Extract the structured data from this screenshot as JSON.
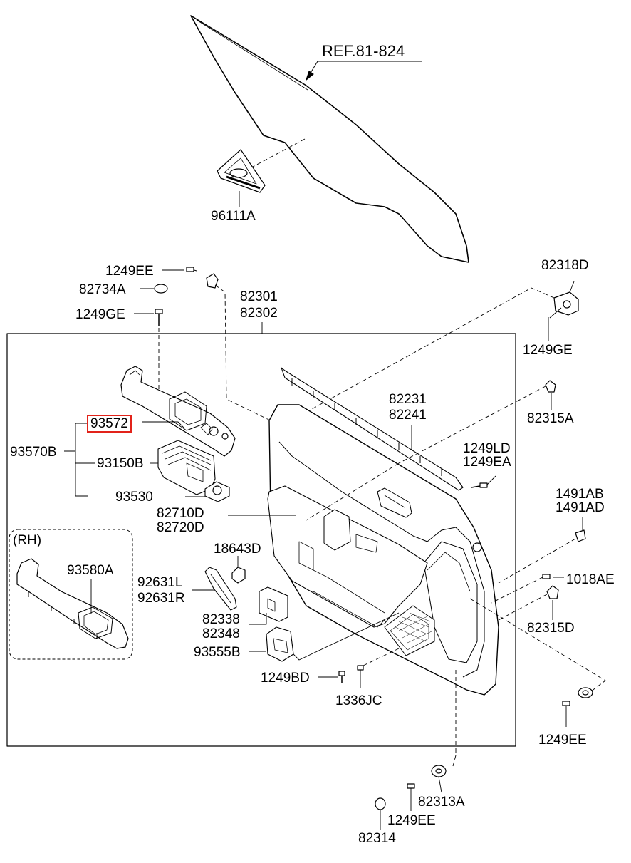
{
  "labels": {
    "ref": "REF.81-824",
    "p96111A": "96111A",
    "p1249EE_top": "1249EE",
    "p82734A": "82734A",
    "p1249GE_left": "1249GE",
    "p82301": "82301",
    "p82302": "82302",
    "p82318D": "82318D",
    "p1249GE_right": "1249GE",
    "p82231": "82231",
    "p82241": "82241",
    "p82315A": "82315A",
    "p93572": "93572",
    "p93570B": "93570B",
    "p93150B": "93150B",
    "p93530": "93530",
    "p1249LD": "1249LD",
    "p1249EA": "1249EA",
    "p1491AB": "1491AB",
    "p1491AD": "1491AD",
    "p82710D": "82710D",
    "p82720D": "82720D",
    "rh": "(RH)",
    "p93580A": "93580A",
    "p18643D": "18643D",
    "p92631L": "92631L",
    "p92631R": "92631R",
    "p1018AE": "1018AE",
    "p82338": "82338",
    "p82348": "82348",
    "p82315D": "82315D",
    "p93555B": "93555B",
    "p1249BD": "1249BD",
    "p1336JC": "1336JC",
    "p1249EE_right": "1249EE",
    "p82313A": "82313A",
    "p1249EE_bottom": "1249EE",
    "p82314": "82314"
  },
  "highlight_color": "#e2231a"
}
